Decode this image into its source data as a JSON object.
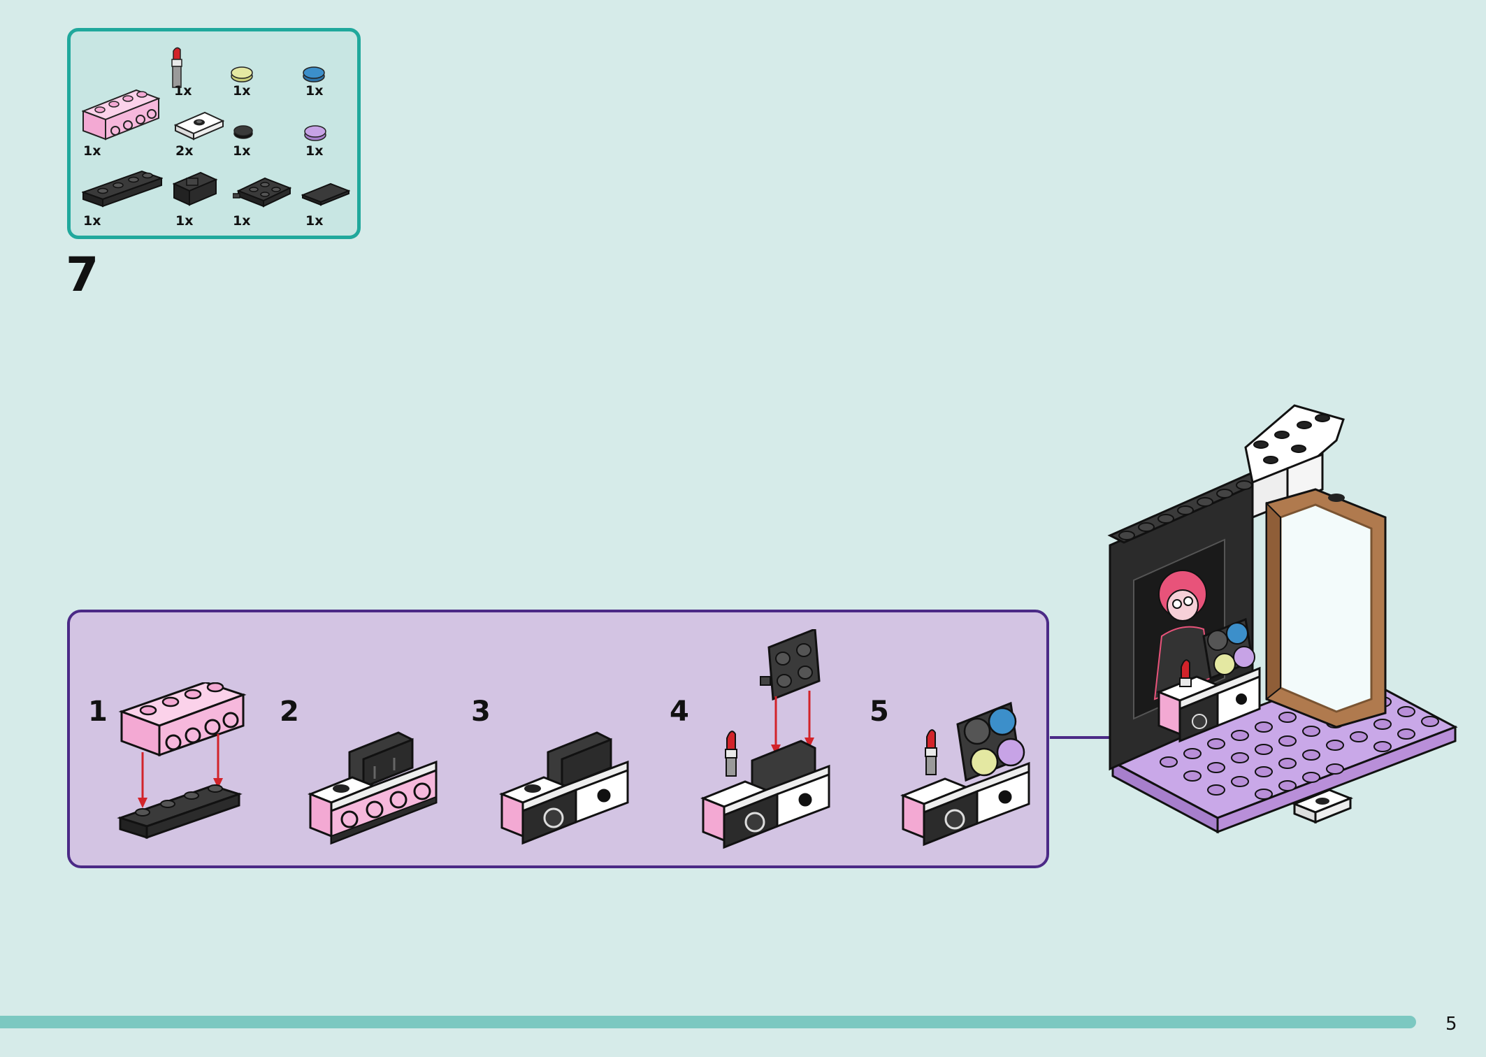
{
  "parts_list": {
    "quantities": [
      "1x",
      "1x",
      "1x",
      "1x",
      "2x",
      "1x",
      "1x",
      "1x",
      "1x",
      "1x",
      "1x"
    ]
  },
  "step": {
    "number": "7"
  },
  "substeps": [
    "1",
    "2",
    "3",
    "4",
    "5"
  ],
  "page": {
    "number": "5"
  },
  "colors": {
    "teal_border": "#20a89c",
    "parts_bg": "#c8e6e3",
    "page_bg": "#d6ebe9",
    "substep_bg": "#d3c4e3",
    "substep_border": "#4b2a86",
    "pink_brick": "#f6b8dc",
    "lavender_plate": "#b98fd9",
    "lipstick_red": "#d2232a",
    "mirror_frame": "#b07a4e",
    "progress_bar": "#7cc8c1"
  }
}
